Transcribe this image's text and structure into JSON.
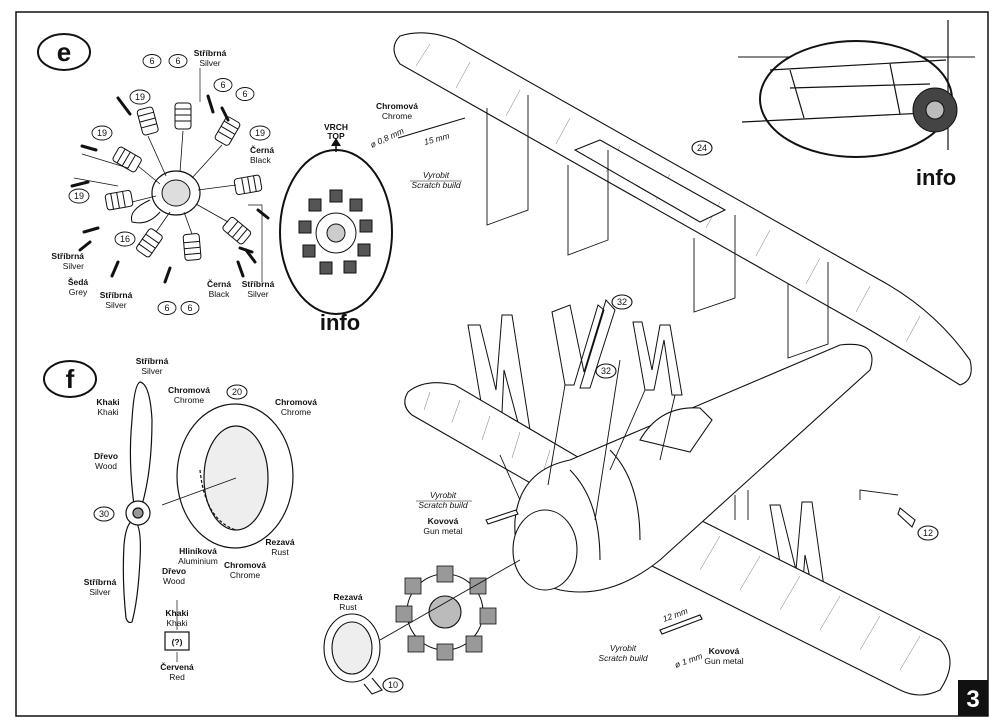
{
  "page_number": "3",
  "steps": {
    "e": "e",
    "f": "f"
  },
  "info_labels": {
    "engine": "info",
    "top_right": "info"
  },
  "top_label": {
    "cz": "VRCH",
    "en": "TOP"
  },
  "colors": {
    "stribrna": {
      "cz": "Stříbrná",
      "en": "Silver"
    },
    "cerna": {
      "cz": "Černá",
      "en": "Black"
    },
    "seda": {
      "cz": "Šedá",
      "en": "Grey"
    },
    "chromova": {
      "cz": "Chromová",
      "en": "Chrome"
    },
    "khaki": {
      "cz": "Khaki",
      "en": "Khaki"
    },
    "drevo": {
      "cz": "Dřevo",
      "en": "Wood"
    },
    "hlinikova": {
      "cz": "Hliníková",
      "en": "Aluminium"
    },
    "rezava": {
      "cz": "Rezavá",
      "en": "Rust"
    },
    "cervena": {
      "cz": "Červená",
      "en": "Red"
    },
    "kovova": {
      "cz": "Kovová",
      "en": "Gun metal"
    },
    "vyrobit": {
      "cz": "Vyrobit",
      "en": "Scratch build"
    }
  },
  "part_numbers": {
    "p6": "6",
    "p19": "19",
    "p16": "16",
    "p20": "20",
    "p30": "30",
    "p24": "24",
    "p32": "32",
    "p12": "12",
    "p10": "10"
  },
  "unknown_mark": "(?)",
  "dimensions": {
    "wire_dia": "ø 0,8 mm",
    "wire_len": "15 mm",
    "gun_len": "12 mm",
    "gun_dia": "ø 1 mm"
  }
}
